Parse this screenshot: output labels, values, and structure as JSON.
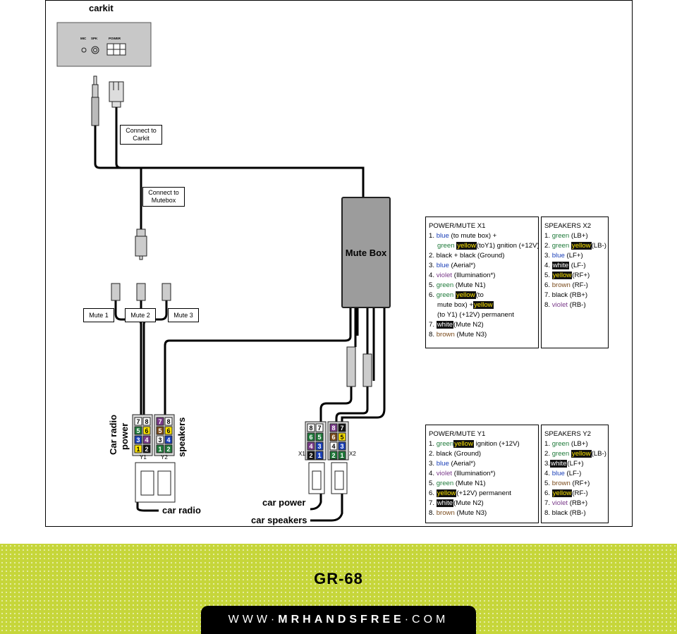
{
  "carkit": {
    "title": "carkit",
    "mic": "MIC",
    "spk": "SPK",
    "power": "POWER"
  },
  "labels": {
    "connect_carkit": [
      "Connect to",
      "Carkit"
    ],
    "connect_mutebox": [
      "Connect to",
      "Mutebox"
    ],
    "mute1": "Mute 1",
    "mute2": "Mute 2",
    "mute3": "Mute 3",
    "mute_box": "Mute Box",
    "car_radio_power": [
      "Car radio",
      "power"
    ],
    "speakers": "speakers",
    "car_radio": "car radio",
    "car_power": "car power",
    "car_speakers": "car speakers",
    "y1": "Y1",
    "y2": "Y2",
    "x1": "X1",
    "x2": "X2"
  },
  "power_mute_x1": {
    "title": "POWER/MUTE X1",
    "l1a": "1.",
    "l1b": "blue",
    "l1c": "(to mute box) +",
    "l2a": "green",
    "l2b": "yellow",
    "l2c": "(toY1) gnition (+12V)",
    "l3": "2. black + black (Ground)",
    "l4a": "3.",
    "l4b": "blue",
    "l4c": "(Aerial*)",
    "l5a": "4.",
    "l5b": "violet",
    "l5c": "(Illumination*)",
    "l6a": "5.",
    "l6b": "green",
    "l6c": "(Mute N1)",
    "l7a": "6.",
    "l7b": "green",
    "l7c": "yellow",
    "l7d": "(to",
    "l8a": "mute box) +",
    "l8b": "yellow",
    "l9": "(to Y1)  (+12V) permanent",
    "l10a": "7.",
    "l10b": "white",
    "l10c": "(Mute N2)",
    "l11a": "8.",
    "l11b": "brown",
    "l11c": "(Mute N3)"
  },
  "speakers_x2": {
    "title": "SPEAKERS X2",
    "r1a": "1.",
    "r1b": "green",
    "r1c": "(LB+)",
    "r2a": "2.",
    "r2b": "green",
    "r2c": "yellow",
    "r2d": "(LB-)",
    "r3a": "3.",
    "r3b": "blue",
    "r3c": "(LF+)",
    "r4a": "4.",
    "r4b": "white",
    "r4c": "(LF-)",
    "r5a": "5.",
    "r5b": "yellow",
    "r5c": "(RF+)",
    "r6a": "6.",
    "r6b": "brown",
    "r6c": "(RF-)",
    "r7": "7. black (RB+)",
    "r8a": "8.",
    "r8b": "violet",
    "r8c": "(RB-)"
  },
  "power_mute_y1": {
    "title": "POWER/MUTE Y1",
    "l1a": "1.",
    "l1b": "green",
    "l1c": "yellow",
    "l1d": "ignition (+12V)",
    "l2": "2. black (Ground)",
    "l3a": "3.",
    "l3b": "blue",
    "l3c": "(Aerial*)",
    "l4a": "4.",
    "l4b": "violet",
    "l4c": "(Illumination*)",
    "l5a": "5.",
    "l5b": "green",
    "l5c": "(Mute N1)",
    "l6a": "6.",
    "l6b": "yellow",
    "l6c": "(+12V) permanent",
    "l7a": "7.",
    "l7b": "white",
    "l7c": "(Mute N2)",
    "l8a": "8.",
    "l8b": "brown",
    "l8c": "(Mute N3)"
  },
  "speakers_y2": {
    "title": "SPEAKERS Y2",
    "r1a": "1.",
    "r1b": "green",
    "r1c": "(LB+)",
    "r2a": "2.",
    "r2b": "green",
    "r2c": "yellow",
    "r2d": "(LB-)",
    "r3a": "3.",
    "r3b": "white",
    "r3c": "(LF+)",
    "r4a": "4.",
    "r4b": "blue",
    "r4c": "(LF-)",
    "r5a": "5.",
    "r5b": "brown",
    "r5c": "(RF+)",
    "r6a": "6.",
    "r6b": "yellow",
    "r6c": "(RF-)",
    "r7a": "7.",
    "r7b": "violet",
    "r7c": "(RB+)",
    "r8": "8. black  (RB-)"
  },
  "pins": {
    "y1": [
      "7",
      "8",
      "5",
      "6",
      "3",
      "4",
      "1",
      "2"
    ],
    "y2": [
      "7",
      "8",
      "5",
      "6",
      "3",
      "4",
      "1",
      "2"
    ],
    "x1": [
      "8",
      "7",
      "6",
      "5",
      "4",
      "3",
      "2",
      "1"
    ],
    "x2": [
      "8",
      "7",
      "6",
      "5",
      "4",
      "3",
      "2",
      "1"
    ]
  },
  "footer": {
    "model": "GR-68",
    "url_pre": "WWW·",
    "url_brand": "MRHANDSFREE",
    "url_post": "·COM",
    "brand_color": "#c6d63a"
  }
}
